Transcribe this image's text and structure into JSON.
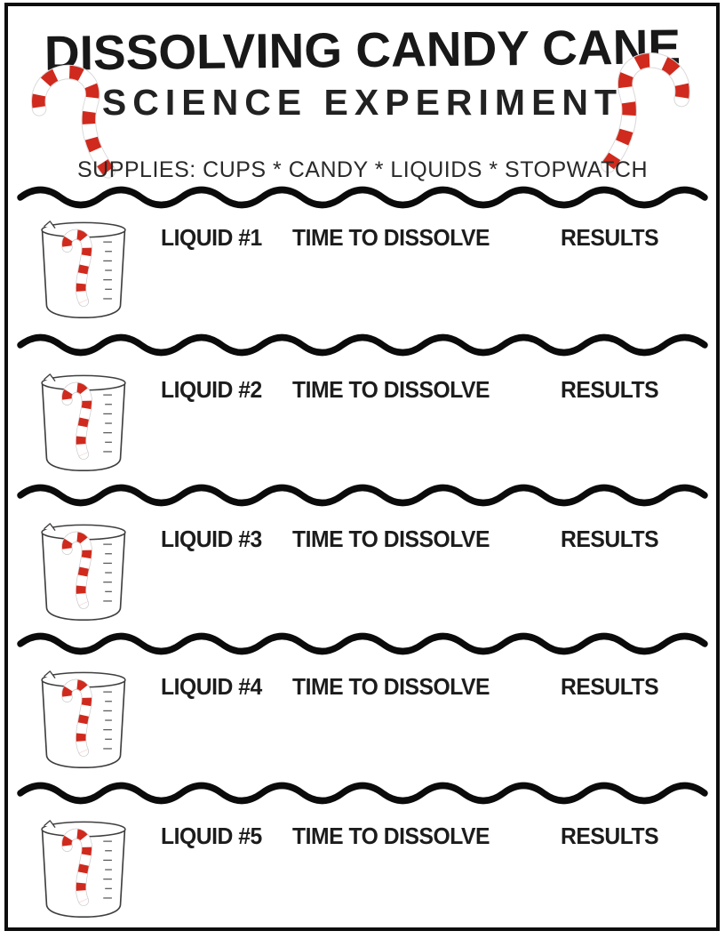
{
  "page": {
    "title": "DISSOLVING CANDY CANE",
    "subtitle": "SCIENCE EXPERIMENT",
    "supplies": "SUPPLIES: CUPS * CANDY * LIQUIDS * STOPWATCH"
  },
  "colors": {
    "candy_red": "#cf2a1d",
    "ink_black": "#0d0d0d",
    "beaker_outline_gray": "#3f3f3f",
    "paper_white": "#ffffff"
  },
  "icons": {
    "header_left": "candy-cane-icon",
    "header_right": "candy-cane-icon",
    "row_image": "beaker-with-candy-cane-icon",
    "section_separator": "wavy-line-divider"
  },
  "rows": [
    {
      "liquid": "LIQUID #1",
      "time": "TIME TO DISSOLVE",
      "results": "RESULTS"
    },
    {
      "liquid": "LIQUID #2",
      "time": "TIME TO DISSOLVE",
      "results": "RESULTS"
    },
    {
      "liquid": "LIQUID #3",
      "time": "TIME TO DISSOLVE",
      "results": "RESULTS"
    },
    {
      "liquid": "LIQUID #4",
      "time": "TIME TO DISSOLVE",
      "results": "RESULTS"
    },
    {
      "liquid": "LIQUID #5",
      "time": "TIME TO DISSOLVE",
      "results": "RESULTS"
    }
  ]
}
